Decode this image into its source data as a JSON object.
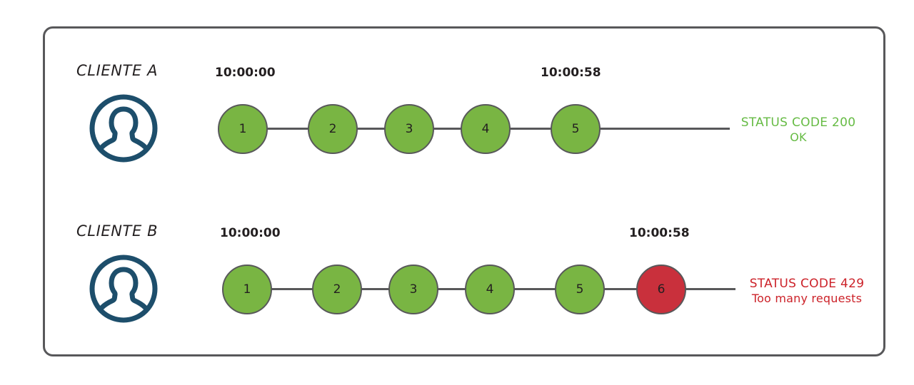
{
  "diagram": {
    "title_present": false,
    "colors": {
      "frame_border": "#58585a",
      "node_ok": "#79b543",
      "node_error": "#c9303c",
      "node_border": "#58585a",
      "link": "#58585a",
      "avatar": "#1d4e6b",
      "status_ok_text": "#66bb44",
      "status_error_text": "#cc2229",
      "background": "#ffffff"
    },
    "rows": [
      {
        "id": "cliente-a",
        "label": "CLIENTE A",
        "avatar_icon": "user-avatar-icon",
        "start_time": "10:00:00",
        "end_time": "10:00:58",
        "requests": [
          {
            "n": "1",
            "state": "ok"
          },
          {
            "n": "2",
            "state": "ok"
          },
          {
            "n": "3",
            "state": "ok"
          },
          {
            "n": "4",
            "state": "ok"
          },
          {
            "n": "5",
            "state": "ok"
          }
        ],
        "status": {
          "state": "ok",
          "line1": "STATUS CODE 200",
          "line2": "OK"
        }
      },
      {
        "id": "cliente-b",
        "label": "CLIENTE B",
        "avatar_icon": "user-avatar-icon",
        "start_time": "10:00:00",
        "end_time": "10:00:58",
        "requests": [
          {
            "n": "1",
            "state": "ok"
          },
          {
            "n": "2",
            "state": "ok"
          },
          {
            "n": "3",
            "state": "ok"
          },
          {
            "n": "4",
            "state": "ok"
          },
          {
            "n": "5",
            "state": "ok"
          },
          {
            "n": "6",
            "state": "error"
          }
        ],
        "status": {
          "state": "error",
          "line1": "STATUS CODE 429",
          "line2": "Too many requests"
        }
      }
    ]
  }
}
